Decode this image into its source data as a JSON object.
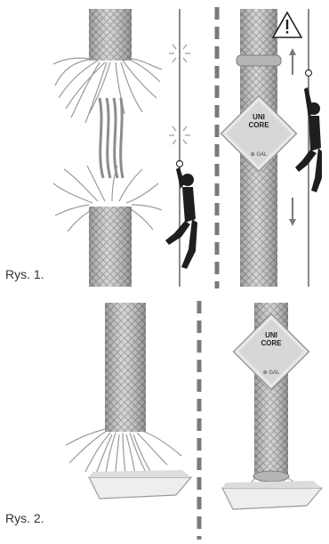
{
  "figures": [
    {
      "label": "Rys. 1."
    },
    {
      "label": "Rys. 2."
    }
  ],
  "badge": {
    "line1": "UNI",
    "line2": "CORE",
    "brand": "⊕ GAL"
  },
  "icons": {
    "warning": "warning-triangle-icon",
    "arrow_up": "arrow-up-icon",
    "arrow_down": "arrow-down-icon"
  },
  "colors": {
    "rope": "#c9c9c9",
    "rope_dark": "#8a8a8a",
    "divider": "#7a7a7a",
    "climber": "#1e1e1e",
    "sheath_ring": "#a8a8a8"
  }
}
